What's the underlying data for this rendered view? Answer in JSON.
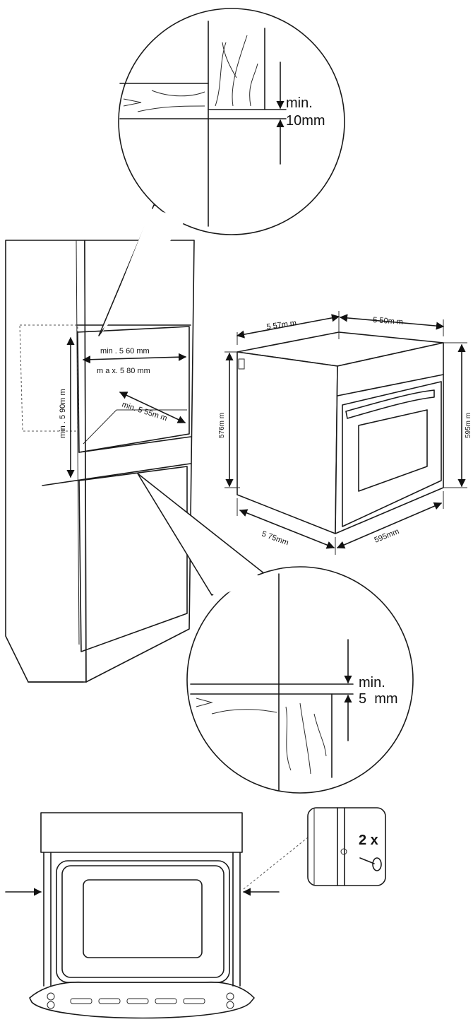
{
  "callouts": {
    "top_gap_min": "min.",
    "top_gap_value": "10mm",
    "bottom_gap_min": "min.",
    "bottom_gap_value": "5  mm"
  },
  "cabinet": {
    "width_min": "min . 5 60 mm",
    "width_max": "m a x. 5 80 mm",
    "depth_min": "min. 5 55m m",
    "height_min": "min . 5 90m m"
  },
  "oven": {
    "top_depth": "5 57m m",
    "top_width": "5 50m m",
    "body_height": "576m m",
    "front_height": "595m m",
    "bottom_depth": "5 75mm",
    "bottom_width": "595mm"
  },
  "screw": {
    "count_label": "2 x"
  }
}
